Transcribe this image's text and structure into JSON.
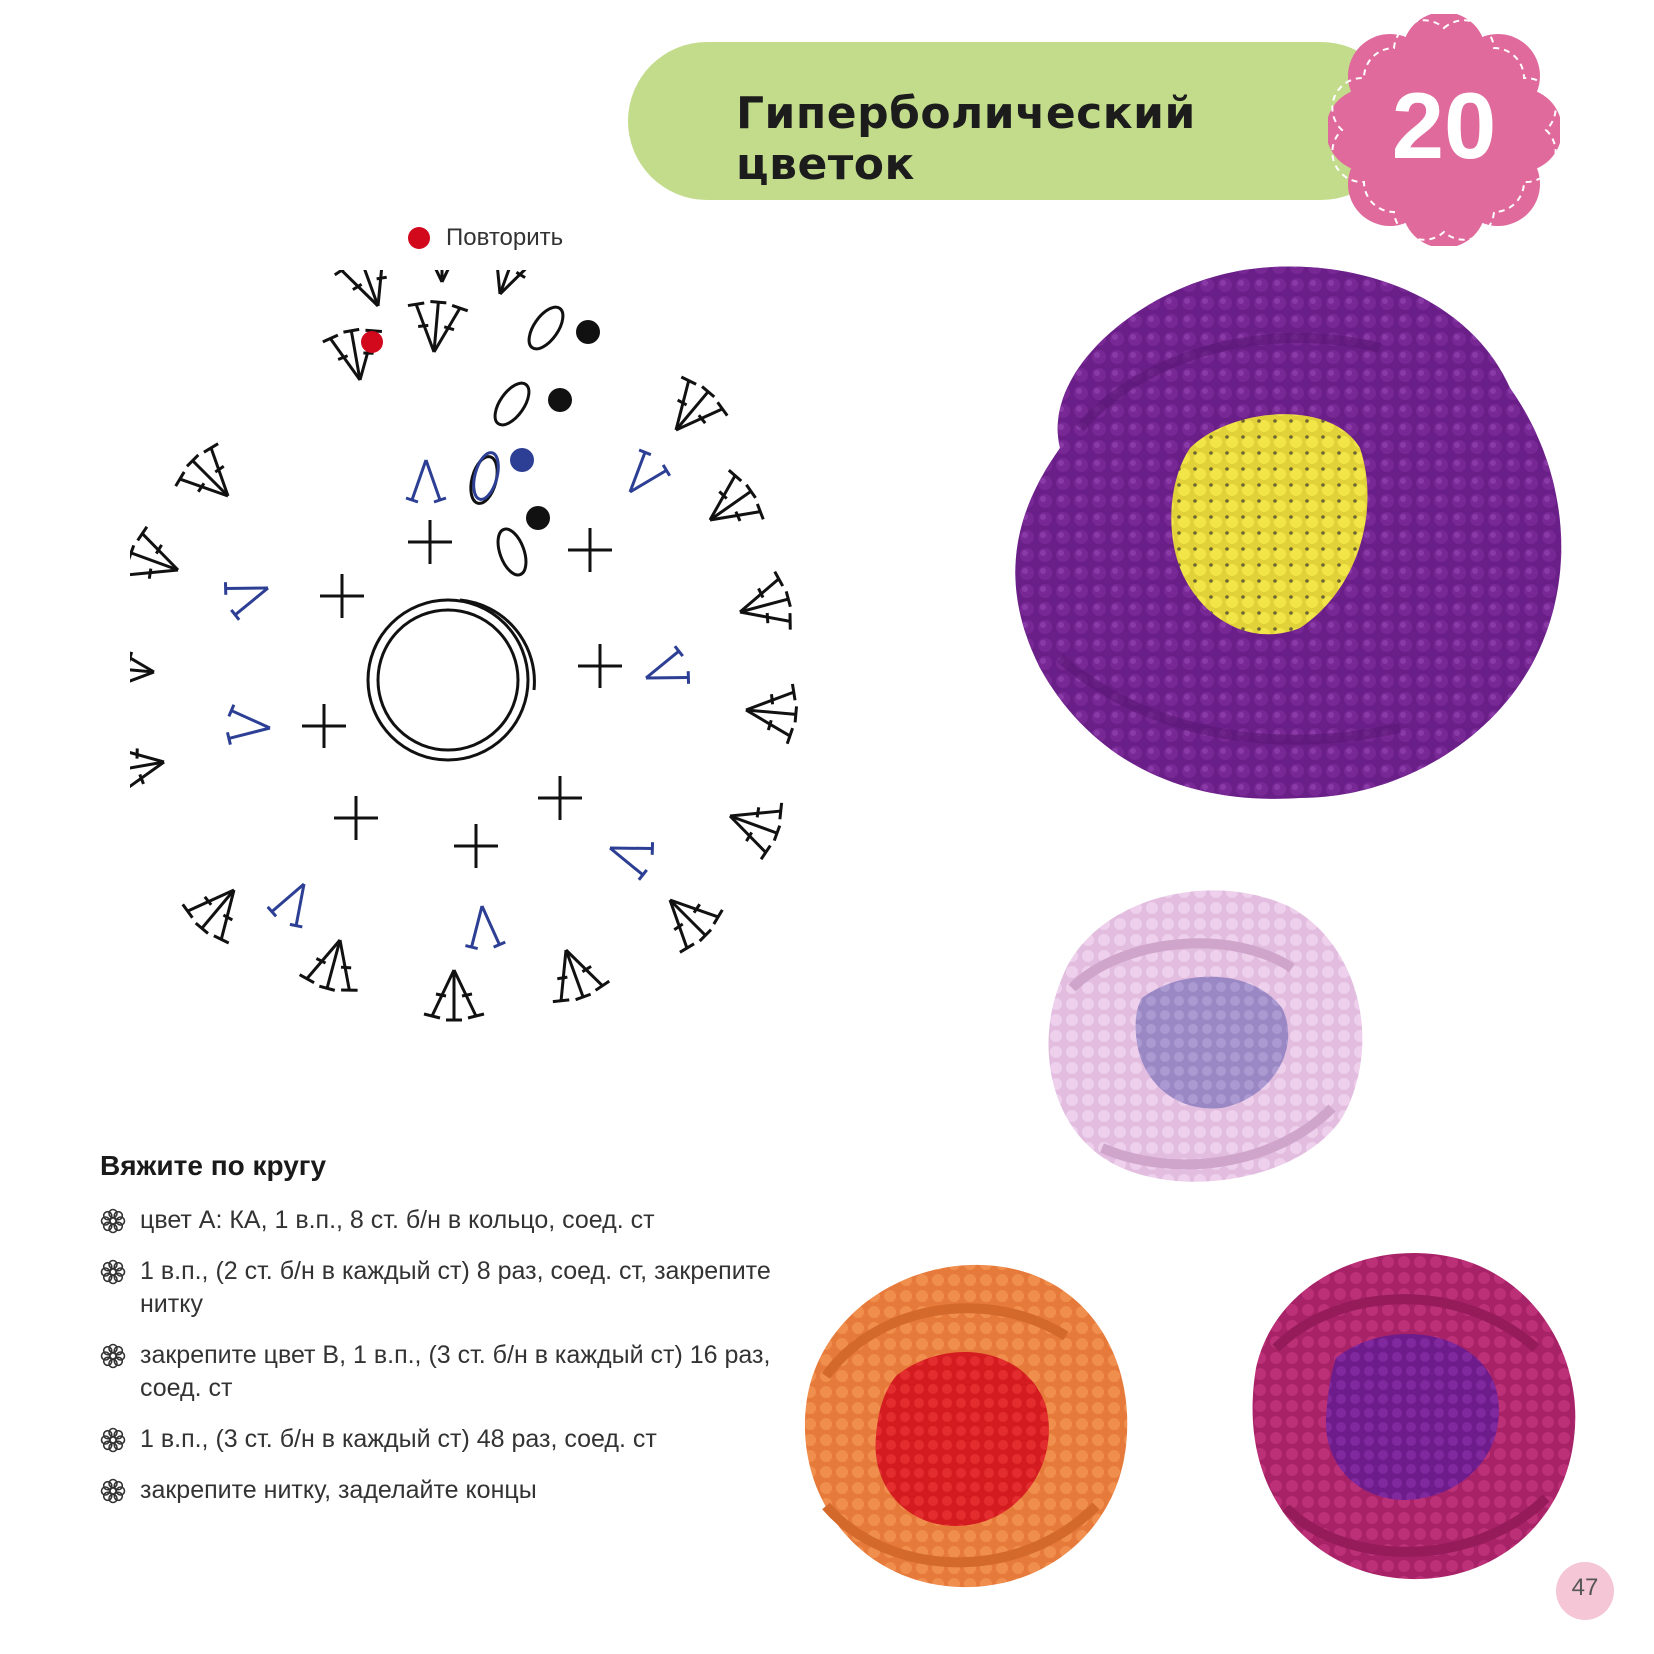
{
  "header": {
    "title": "Гиперболический цветок",
    "number": "20"
  },
  "legend": {
    "label": "Повторить"
  },
  "instructions": {
    "heading": "Вяжите по кругу",
    "steps": [
      "цвет А: КА, 1 в.п., 8 ст. б/н в кольцо, соед. ст",
      "1 в.п., (2 ст. б/н в каждый ст) 8 раз, соед. ст, закрепите нитку",
      "закрепите цвет В, 1 в.п., (3 ст. б/н в каждый ст) 16 раз, соед. ст",
      "1 в.п., (3 ст. б/н в каждый ст) 48 раз, соед. ст",
      "закрепите нитку, заделайте концы"
    ]
  },
  "page": {
    "number": "47"
  },
  "colors": {
    "banner": "#c3dc8c",
    "badge": "#e06a9c",
    "diagram_black": "#111111",
    "diagram_blue": "#2c3f94",
    "repeat_marker": "#d2081d"
  }
}
